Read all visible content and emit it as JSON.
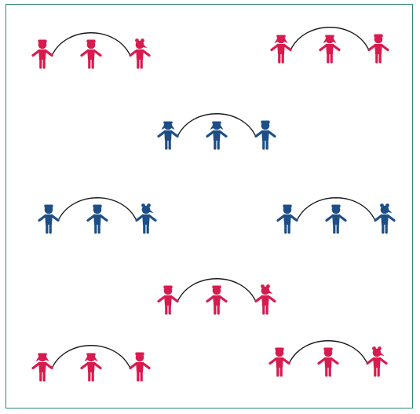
{
  "colors": {
    "frame": "#2e8b6f",
    "red": "#d81b4e",
    "blue": "#1d4f86",
    "rope": "#1a1a1a"
  },
  "groups": [
    {
      "color": "red",
      "heads": [
        "boy",
        "boy",
        "girl-bun"
      ]
    },
    {
      "color": "red",
      "heads": [
        "girl",
        "girl",
        "boy"
      ]
    },
    {
      "color": "blue",
      "heads": [
        "girl",
        "girl",
        "boy"
      ]
    },
    {
      "color": "blue",
      "heads": [
        "boy",
        "boy",
        "girl-bun"
      ]
    },
    {
      "color": "blue",
      "heads": [
        "boy",
        "boy",
        "girl-bun"
      ]
    },
    {
      "color": "red",
      "heads": [
        "boy",
        "boy",
        "girl-bun"
      ]
    },
    {
      "color": "red",
      "heads": [
        "girl",
        "girl",
        "boy"
      ]
    },
    {
      "color": "red",
      "heads": [
        "boy",
        "boy",
        "girl-bun"
      ]
    }
  ]
}
